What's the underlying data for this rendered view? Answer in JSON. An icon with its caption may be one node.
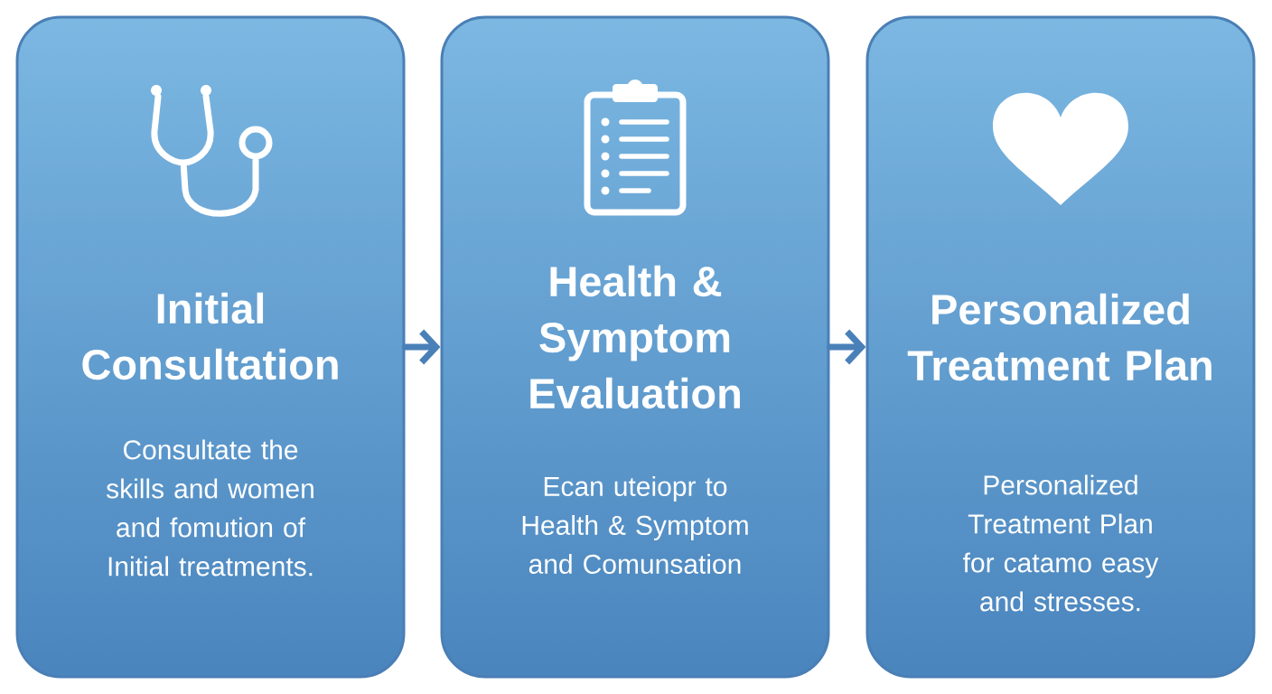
{
  "diagram": {
    "nodes": [
      {
        "text": [
          "Initial Consultation",
          "Consultate the skills and women and fomution of Initial treatments."
        ]
      },
      {
        "text": [
          "Health & Symptom Evaluation",
          "Ecan uteiopr to Health & Symptom and Comunsation"
        ]
      },
      {
        "text": [
          "Personalized Treatment Plan",
          "Personalized Treatment Plan for catamo easy and stresses."
        ]
      }
    ],
    "edges": [
      {
        "from": 0,
        "to": 1,
        "arrow": "to"
      },
      {
        "from": 1,
        "to": 2,
        "arrow": "to"
      }
    ]
  }
}
